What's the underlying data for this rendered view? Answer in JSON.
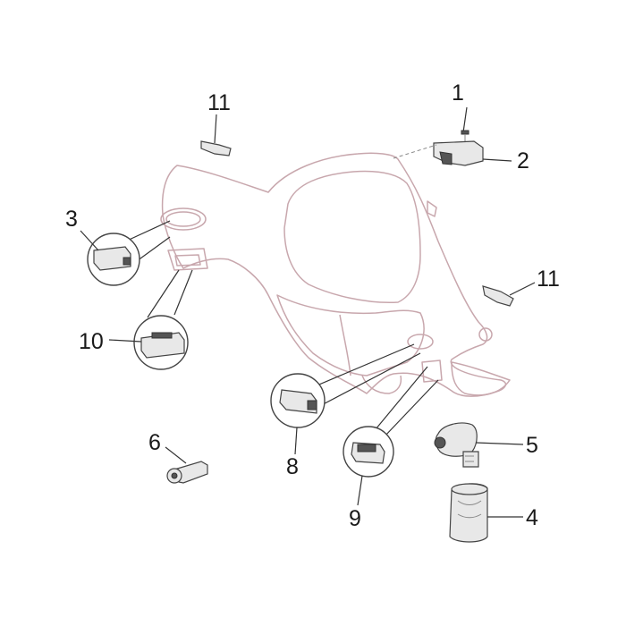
{
  "callouts": {
    "c1": "1",
    "c2": "2",
    "c3": "3",
    "c4": "4",
    "c5": "5",
    "c6": "6",
    "c8": "8",
    "c9": "9",
    "c10": "10",
    "c11a": "11",
    "c11b": "11"
  },
  "colors": {
    "housing_outline": "#c8a7ad",
    "line": "#333333"
  }
}
